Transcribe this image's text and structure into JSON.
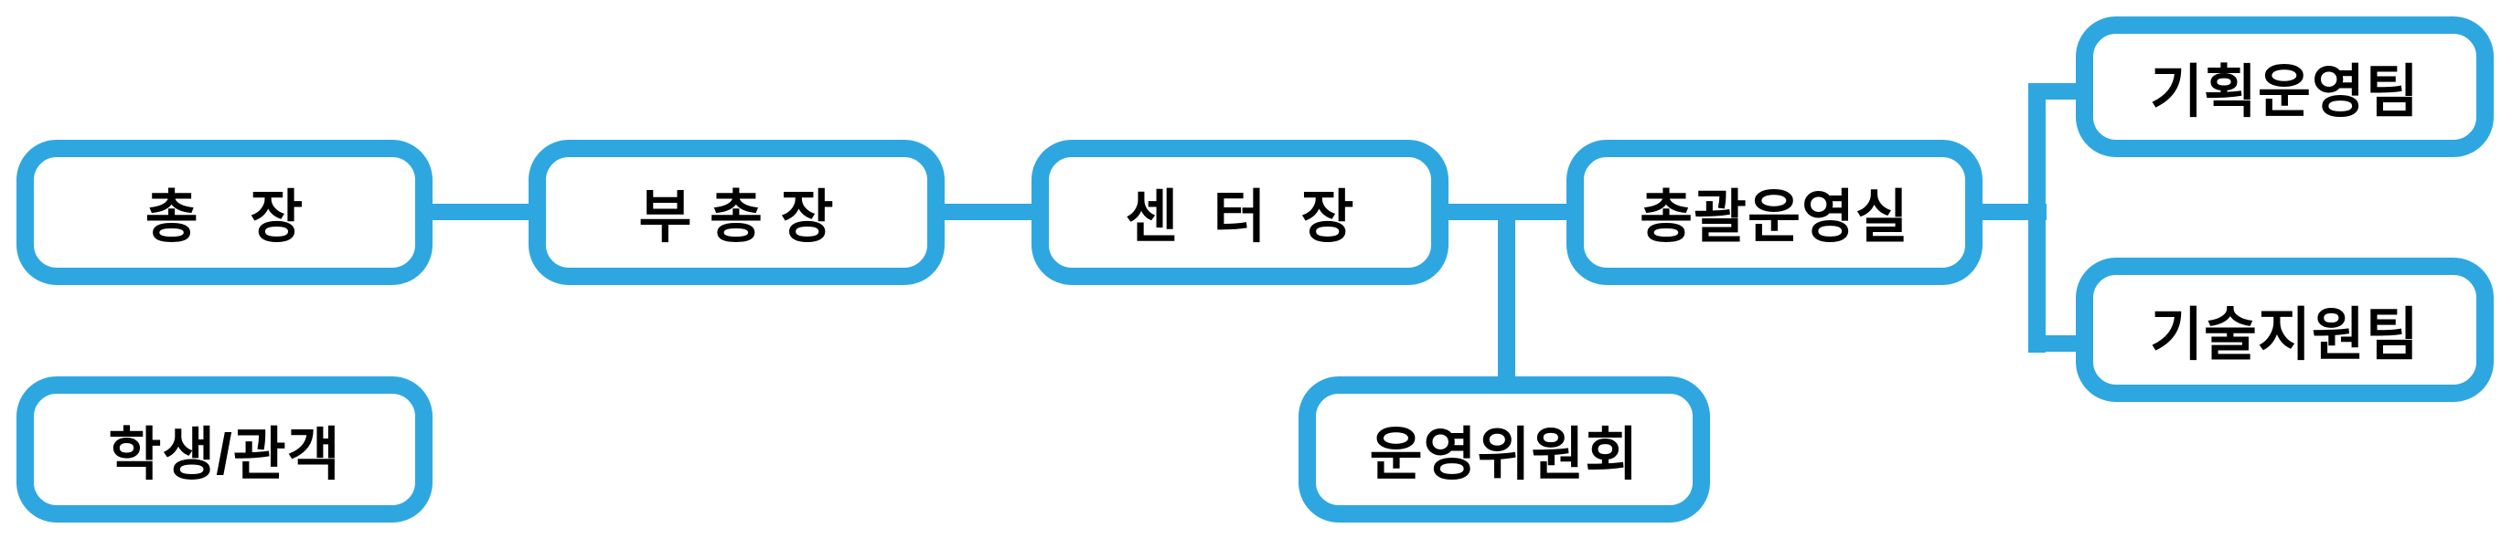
{
  "diagram": {
    "type": "org-chart",
    "accent_color": "#2EA7E0",
    "text_color": "#000000",
    "background_color": "#FFFFFF",
    "nodes": [
      {
        "id": "president",
        "label": "총   장"
      },
      {
        "id": "vice-president",
        "label": "부 총 장"
      },
      {
        "id": "center-director",
        "label": "센  터  장"
      },
      {
        "id": "general-operations",
        "label": "총괄운영실"
      },
      {
        "id": "planning-team",
        "label": "기획운영팀"
      },
      {
        "id": "tech-support-team",
        "label": "기술지원팀"
      },
      {
        "id": "steering-committee",
        "label": "운영위원회"
      },
      {
        "id": "students-audience",
        "label": "학생/관객"
      }
    ],
    "edges": [
      {
        "from": "president",
        "to": "vice-president"
      },
      {
        "from": "vice-president",
        "to": "center-director"
      },
      {
        "from": "center-director",
        "to": "general-operations"
      },
      {
        "from": "center-director",
        "to": "steering-committee"
      },
      {
        "from": "general-operations",
        "to": "planning-team"
      },
      {
        "from": "general-operations",
        "to": "tech-support-team"
      }
    ]
  }
}
